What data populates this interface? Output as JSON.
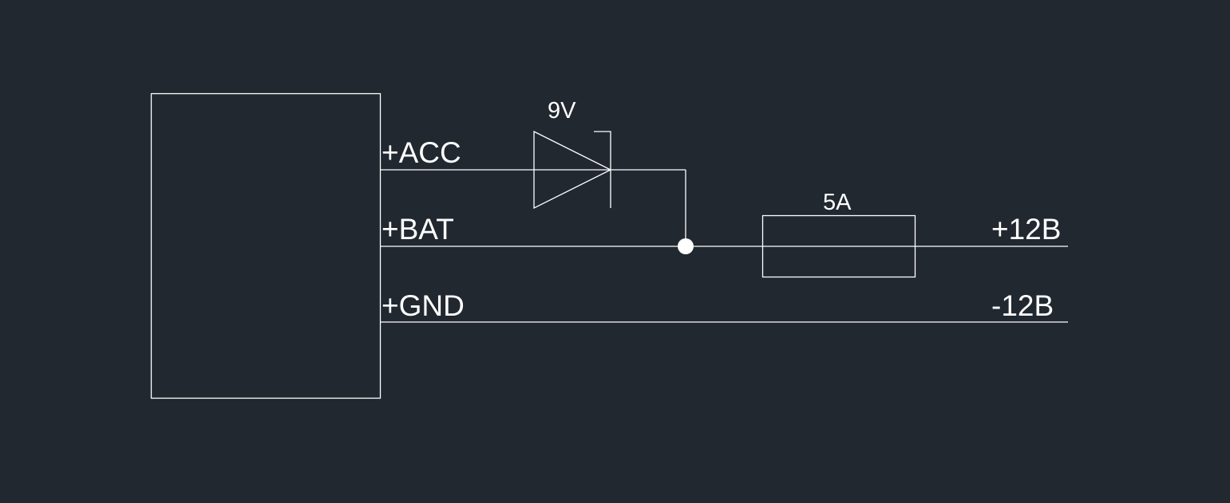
{
  "diagram": {
    "background_color": "#212830",
    "line_color": "#ffffff",
    "pins": [
      {
        "label": "+ACC"
      },
      {
        "label": "+BAT"
      },
      {
        "label": "+GND"
      }
    ],
    "diode": {
      "label": "9V",
      "type": "zener"
    },
    "fuse": {
      "label": "5A"
    },
    "outputs": [
      {
        "label": "+12B"
      },
      {
        "label": "-12B"
      }
    ]
  }
}
